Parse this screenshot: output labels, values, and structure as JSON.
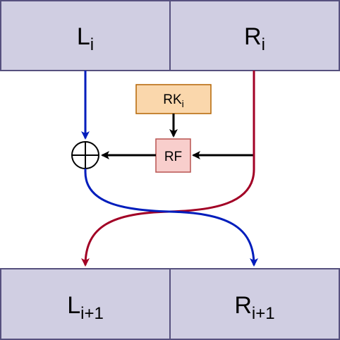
{
  "top": {
    "left": {
      "base": "L",
      "sub": "i"
    },
    "right": {
      "base": "R",
      "sub": "i"
    }
  },
  "bottom": {
    "left": {
      "base": "L",
      "sub": "i+1"
    },
    "right": {
      "base": "R",
      "sub": "i+1"
    }
  },
  "round_key": {
    "base": "RK",
    "sub": "i"
  },
  "round_function": {
    "label": "RF"
  },
  "colors": {
    "block_fill": "#d0cee2",
    "block_stroke": "#56517e",
    "key_fill": "#fad7ac",
    "key_stroke": "#b46504",
    "rf_fill": "#f8cecc",
    "rf_stroke": "#b85450",
    "left_path": "#001dbc",
    "right_path": "#a20025",
    "arrow_black": "#000000"
  }
}
